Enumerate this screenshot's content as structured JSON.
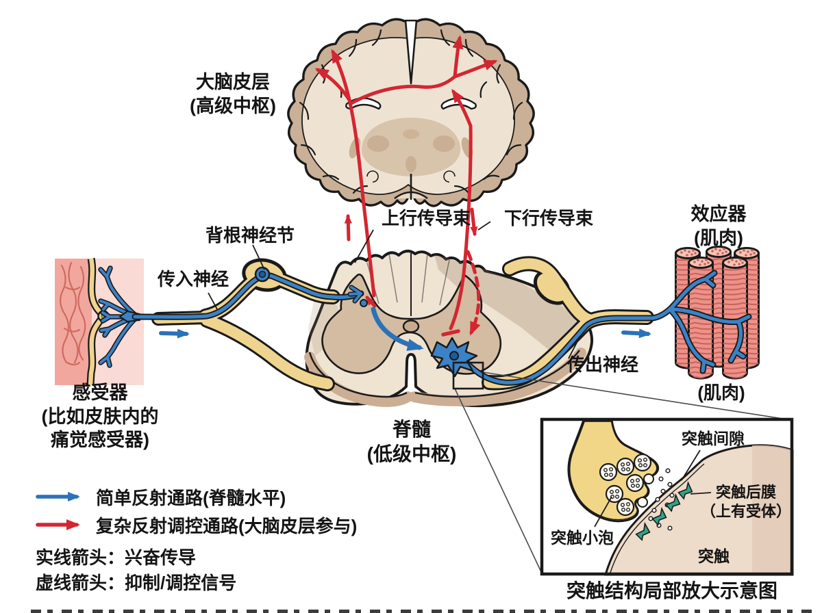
{
  "figure": {
    "cortex1": "大脑皮层",
    "cortex2": "(高级中枢)",
    "drg": "背根神经节",
    "afferent": "传入神经",
    "ascending": "上行传导束",
    "descending": "下行传导束",
    "effector1": "效应器",
    "effector2": "(肌肉)",
    "efferent": "传出神经",
    "receptor1": "感受器",
    "receptor2": "(比如皮肤内的",
    "receptor3": "痛觉感受器)",
    "spinal1": "脊髓",
    "spinal2": "(低级中枢)",
    "muscle_bottom": "(肌肉)"
  },
  "legend": {
    "simple": "简单反射通路(脊髓水平)",
    "complex": "复杂反射调控通路(大脑皮层参与)",
    "solid_note": "实线箭头：兴奋传导",
    "dashed_note": "虚线箭头：抑制/调控信号"
  },
  "inset": {
    "cleft": "突触间隙",
    "postsyn1": "突触后膜",
    "postsyn2": "（上有受体）",
    "vesicles": "突触小泡",
    "synapse": "突触",
    "caption": "突触结构局部放大示意图"
  },
  "colors": {
    "red": "#d42631",
    "blue_arrow": "#2b72b8",
    "blue_fiber": "#3b82c6",
    "nerve_yellow": "#efd48f",
    "receptor_green": "#33a287"
  }
}
